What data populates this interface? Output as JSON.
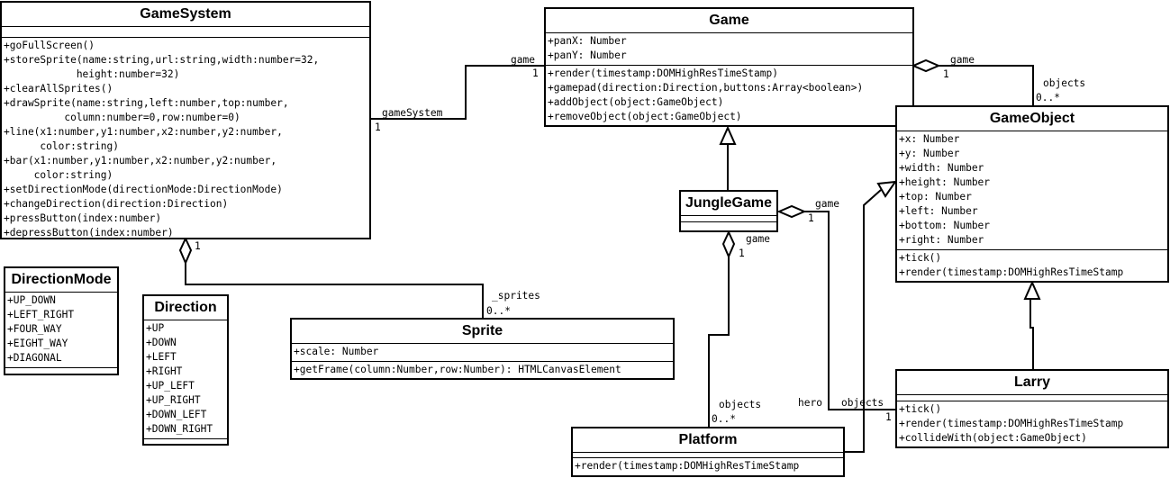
{
  "classes": {
    "gamesystem": {
      "name": "GameSystem",
      "attributes": "",
      "operations": "+goFullScreen()\n+storeSprite(name:string,url:string,width:number=32,\n            height:number=32)\n+clearAllSprites()\n+drawSprite(name:string,left:number,top:number,\n          column:number=0,row:number=0)\n+line(x1:number,y1:number,x2:number,y2:number,\n      color:string)\n+bar(x1:number,y1:number,x2:number,y2:number,\n     color:string)\n+setDirectionMode(directionMode:DirectionMode)\n+changeDirection(direction:Direction)\n+pressButton(index:number)\n+depressButton(index:number)"
    },
    "game": {
      "name": "Game",
      "attributes": "+panX: Number\n+panY: Number",
      "operations": "+render(timestamp:DOMHighResTimeStamp)\n+gamepad(direction:Direction,buttons:Array<boolean>)\n+addObject(object:GameObject)\n+removeObject(object:GameObject)"
    },
    "gameobject": {
      "name": "GameObject",
      "attributes": "+x: Number\n+y: Number\n+width: Number\n+height: Number\n+top: Number\n+left: Number\n+bottom: Number\n+right: Number",
      "operations": "+tick()\n+render(timestamp:DOMHighResTimeStamp"
    },
    "junglegame": {
      "name": "JungleGame",
      "attributes": "",
      "operations": ""
    },
    "directionmode": {
      "name": "DirectionMode",
      "attributes": "+UP_DOWN\n+LEFT_RIGHT\n+FOUR_WAY\n+EIGHT_WAY\n+DIAGONAL",
      "operations": ""
    },
    "direction": {
      "name": "Direction",
      "attributes": "+UP\n+DOWN\n+LEFT\n+RIGHT\n+UP_LEFT\n+UP_RIGHT\n+DOWN_LEFT\n+DOWN_RIGHT",
      "operations": ""
    },
    "sprite": {
      "name": "Sprite",
      "attributes": "+scale: Number",
      "operations": "+getFrame(column:Number,row:Number): HTMLCanvasElement"
    },
    "platform": {
      "name": "Platform",
      "attributes": "",
      "operations": "+render(timestamp:DOMHighResTimeStamp"
    },
    "larry": {
      "name": "Larry",
      "attributes": "",
      "operations": "+tick()\n+render(timestamp:DOMHighResTimeStamp\n+collideWith(object:GameObject)"
    }
  },
  "labels": {
    "gs_game_role": "game",
    "gs_game_mult_game": "1",
    "gs_game_role_gs": "gameSystem",
    "gs_game_mult_gs": "1",
    "game_objects_role_game": "game",
    "game_objects_mult_game": "1",
    "game_objects_role_objects": "objects",
    "game_objects_mult_objects": "0..*",
    "gs_sprites_mult": "1",
    "gs_sprites_role": "_sprites",
    "gs_sprites_mult_sprites": "0..*",
    "jg_larry_role_game": "game",
    "jg_larry_mult_game": "1",
    "jg_larry_role_hero": "hero",
    "jg_larry_role_objects": "objects",
    "jg_larry_mult_objects": "1",
    "jg_platform_role_game": "game",
    "jg_platform_mult_game": "1",
    "jg_platform_role_objects": "objects",
    "jg_platform_mult_objects": "0..*"
  }
}
